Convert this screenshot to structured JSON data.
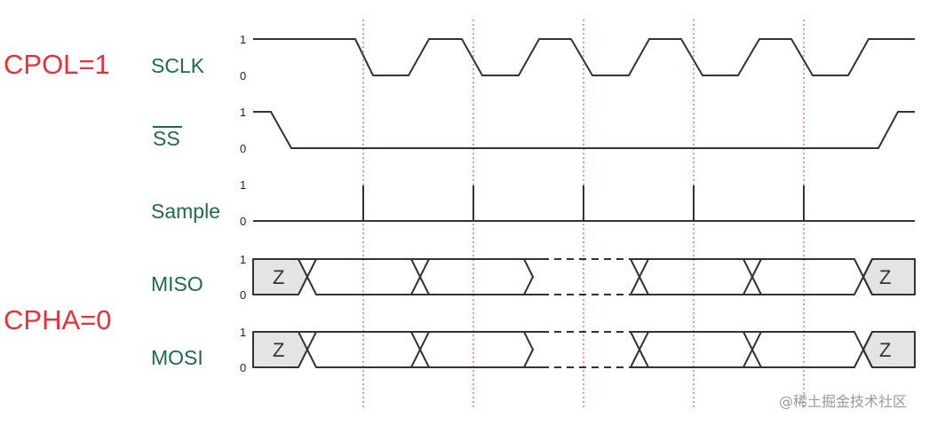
{
  "modes": {
    "cpol": "CPOL=1",
    "cpha": "CPHA=0"
  },
  "signals": [
    {
      "id": "sclk",
      "label": "SCLK",
      "high": "1",
      "low": "0"
    },
    {
      "id": "ss",
      "label": "SS",
      "high": "1",
      "low": "0",
      "overline": true
    },
    {
      "id": "sample",
      "label": "Sample",
      "high": "1",
      "low": "0"
    },
    {
      "id": "miso",
      "label": "MISO",
      "high": "1",
      "low": "0"
    },
    {
      "id": "mosi",
      "label": "MOSI",
      "high": "1",
      "low": "0"
    }
  ],
  "hiz_label": "Z",
  "watermark": "@稀土掘金技术社区",
  "colors": {
    "mode_text": "#e8313a",
    "signal_label": "#1e6b4d",
    "wave": "#333333",
    "edge_marker": "#e8313a",
    "hiz_fill": "#e4e4e4"
  }
}
